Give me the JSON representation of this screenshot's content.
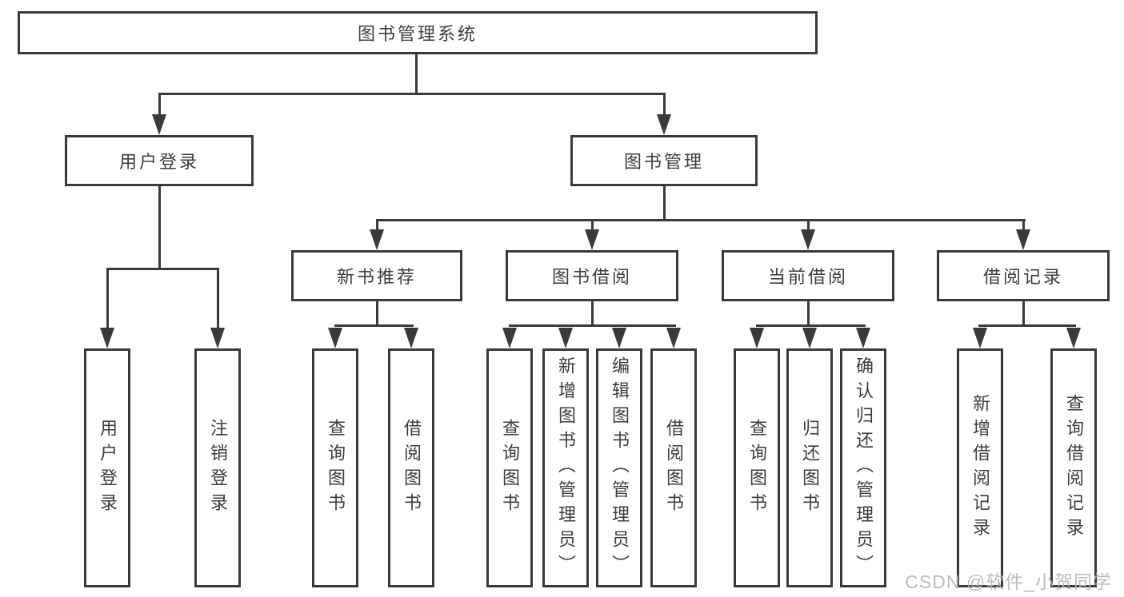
{
  "diagram": {
    "root": "图书管理系统",
    "level2": [
      {
        "label": "用户登录"
      },
      {
        "label": "图书管理"
      }
    ],
    "user_login_children": [
      "用户登录",
      "注销登录"
    ],
    "groups": [
      {
        "label": "新书推荐",
        "children": [
          "查询图书",
          "借阅图书"
        ]
      },
      {
        "label": "图书借阅",
        "children": [
          "查询图书",
          "新增图书（管理员）",
          "编辑图书（管理员）",
          "借阅图书"
        ]
      },
      {
        "label": "当前借阅",
        "children": [
          "查询图书",
          "归还图书",
          "确认归还（管理员）"
        ]
      },
      {
        "label": "借阅记录",
        "children": [
          "新增借阅记录",
          "查询借阅记录"
        ]
      }
    ]
  },
  "watermark": "CSDN @软件_小贺同学",
  "colors": {
    "line": "#3a3a3a",
    "text": "#3d3d3d",
    "background": "#ffffff",
    "watermark": "#b5b5b5"
  }
}
